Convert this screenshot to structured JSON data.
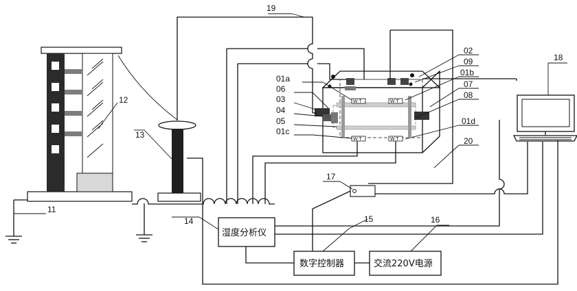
{
  "components": {
    "humidity_analyzer": "湿度分析仪",
    "digital_controller": "数字控制器",
    "ac_power": "交流220V电源"
  },
  "labels": {
    "l11": "11",
    "l12": "12",
    "l13": "13",
    "l14": "14",
    "l15": "15",
    "l16": "16",
    "l17": "17",
    "l18": "18",
    "l19": "19",
    "l20": "20",
    "l01a": "01a",
    "l01b": "01b",
    "l01c": "01c",
    "l01d": "01d",
    "l02": "02",
    "l03": "03",
    "l04": "04",
    "l05": "05",
    "l06": "06",
    "l07": "07",
    "l08": "08",
    "l09": "09"
  },
  "sensor_marks": {
    "wt": "W T"
  }
}
